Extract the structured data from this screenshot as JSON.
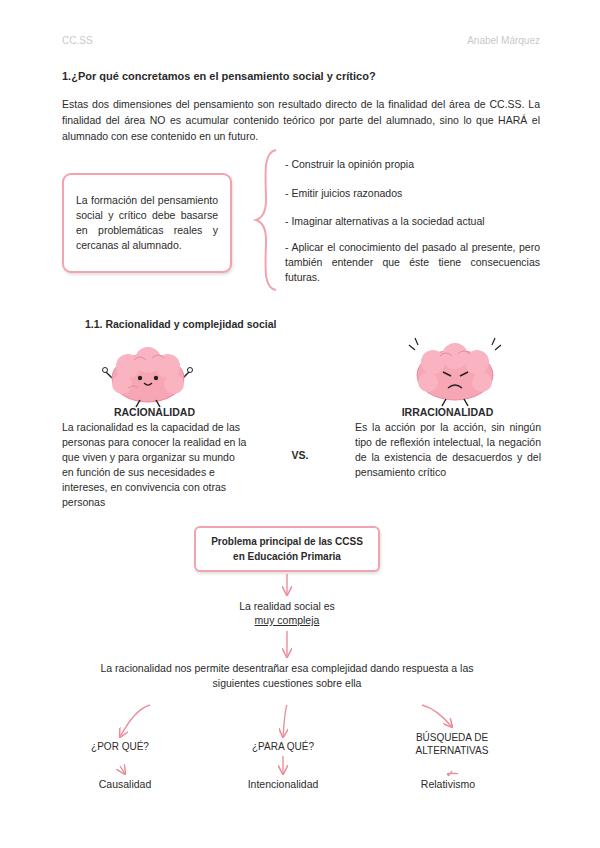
{
  "diagram": {
    "nodes": [
      {
        "text": [
          "La formación del pensamiento social y crítico debe basarse en problemáticas reales y cercanas al alumnado."
        ]
      },
      {
        "text": [
          "Problema principal de las CCSS en Educación Primaria"
        ]
      },
      {
        "text": [
          "La realidad social es",
          "muy compleja"
        ]
      },
      {
        "text": [
          "La racionalidad nos permite desentrañar esa complejidad dando respuesta a las siguientes cuestiones sobre ella"
        ]
      },
      {
        "text": [
          "¿POR QUÉ?"
        ]
      },
      {
        "text": [
          "¿PARA QUÉ?"
        ]
      },
      {
        "text": [
          "BÚSQUEDA DE ALTERNATIVAS"
        ]
      },
      {
        "text": [
          "Causalidad"
        ]
      },
      {
        "text": [
          "Intencionalidad"
        ]
      },
      {
        "text": [
          "Relativismo"
        ]
      }
    ],
    "edges": [
      {
        "from": 1,
        "to": 2,
        "arrow": "to"
      },
      {
        "from": 2,
        "to": 3,
        "arrow": "to"
      },
      {
        "from": 3,
        "to": 4,
        "arrow": "to"
      },
      {
        "from": 3,
        "to": 5,
        "arrow": "to"
      },
      {
        "from": 3,
        "to": 6,
        "arrow": "to"
      },
      {
        "from": 4,
        "to": 7,
        "arrow": "to"
      },
      {
        "from": 5,
        "to": 8,
        "arrow": "to"
      },
      {
        "from": 6,
        "to": 9,
        "arrow": "to"
      }
    ],
    "labels": [
      "CC.SS",
      "Anabel Márquez",
      "1.¿Por qué concretamos en el pensamiento social y crítico?",
      "Estas dos dimensiones del pensamiento son resultado directo de la finalidad del área de CC.SS. La finalidad del área NO es acumular contenido teórico por parte del alumnado, sino lo que HARÁ el alumnado con ese contenido en un futuro.",
      "- Construir la opinión propia",
      "- Emitir juicios razonados",
      "- Imaginar alternativas a la sociedad actual",
      "- Aplicar el conocimiento del pasado al presente, pero también entender que éste tiene consecuencias futuras.",
      "1.1. Racionalidad y complejidad social",
      "RACIONALIDAD",
      "La racionalidad es la capacidad de las personas para conocer la realidad en la que viven y para organizar su mundo en función de sus necesidades e intereses, en convivencia con otras personas",
      "VS.",
      "IRRACIONALIDAD",
      "Es la acción por la acción, sin ningún tipo de reflexión intelectual, la negación de la existencia de desacuerdos y del pensamiento crítico"
    ]
  }
}
